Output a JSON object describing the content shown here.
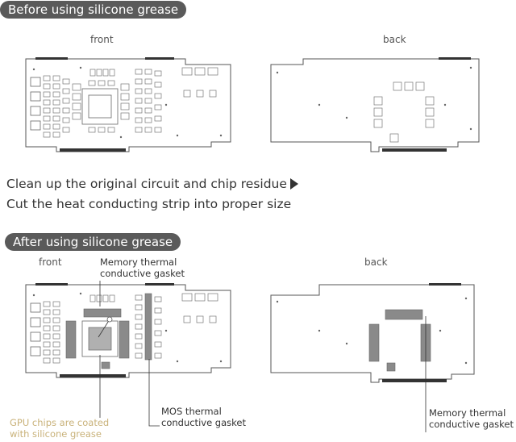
{
  "before": {
    "title": "Before using silicone grease",
    "front_label": "front",
    "back_label": "back"
  },
  "steps": {
    "line1": "Clean up the original circuit and chip residue",
    "line2": "Cut the heat conducting strip into proper size"
  },
  "after": {
    "title": "After using silicone grease",
    "front_label": "front",
    "back_label": "back",
    "memory_gasket_front": [
      "Memory thermal",
      "conductive gasket"
    ],
    "gpu_note": [
      "GPU chips are coated",
      "with silicone grease"
    ],
    "mos_gasket": [
      "MOS thermal",
      "conductive gasket"
    ],
    "memory_gasket_back": [
      "Memory thermal",
      "conductive gasket"
    ]
  },
  "colors": {
    "pill_bg": "#5a5a5a",
    "pad": "#8a8a8a",
    "gpu_note": "#c9b27a"
  },
  "icons": {
    "step_arrow": "triangle-right-icon"
  }
}
